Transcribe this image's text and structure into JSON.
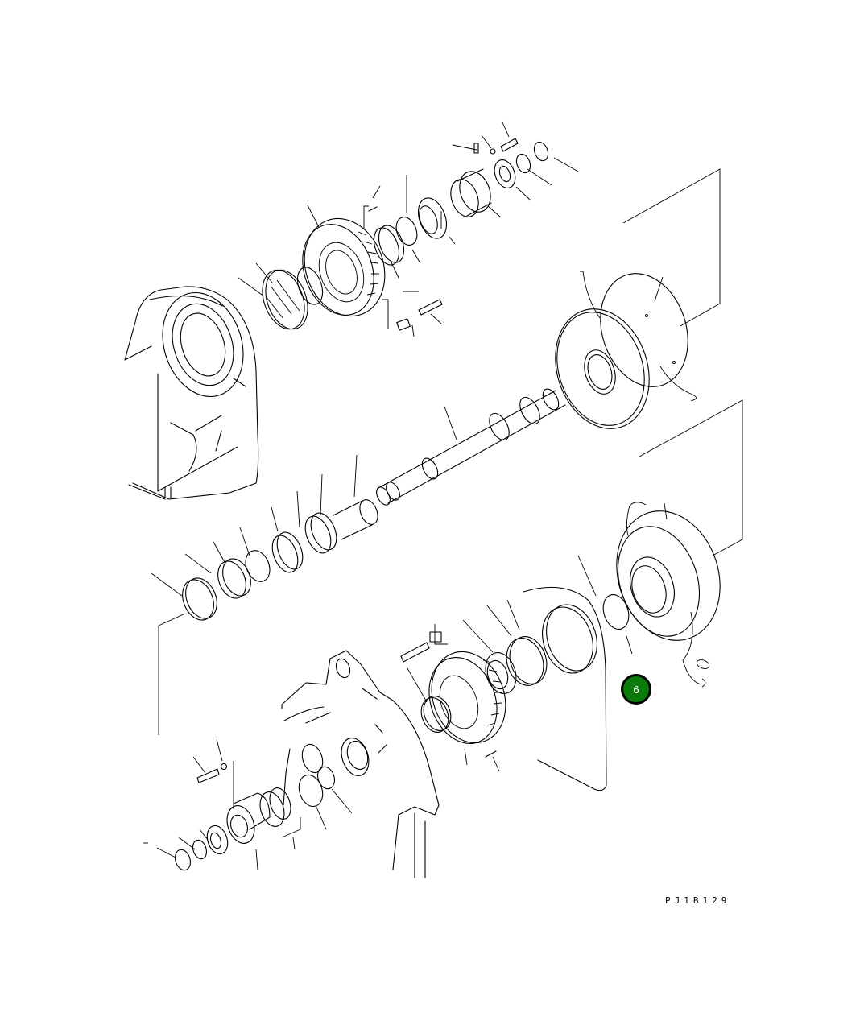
{
  "diagram": {
    "type": "exploded parts diagram",
    "subject": "transmission shaft / gear and bearing assembly",
    "callouts": [
      {
        "label": "6",
        "color": "#0a7a0a",
        "border_color": "#000000",
        "text_color": "#ffffff"
      }
    ],
    "reference_code": "PJ1B129",
    "line_color": "#000000",
    "background": "#ffffff"
  }
}
